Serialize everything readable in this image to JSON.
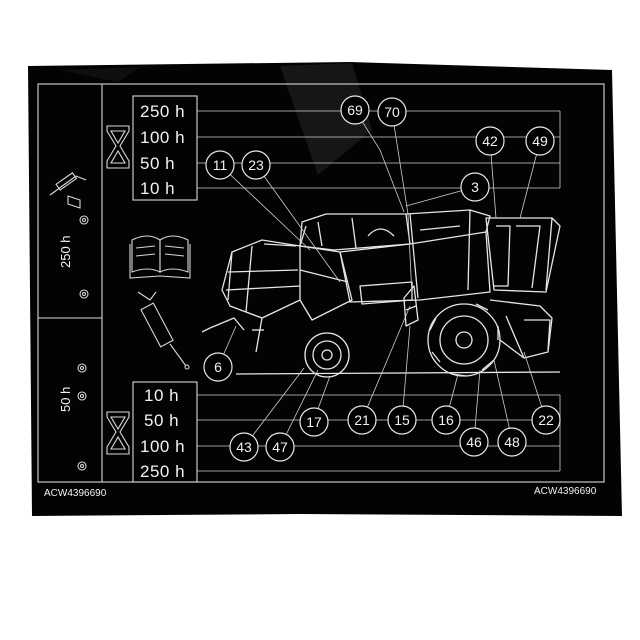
{
  "top_intervals": [
    "250 h",
    "100 h",
    "50 h",
    "10 h"
  ],
  "bottom_intervals": [
    "10 h",
    "50 h",
    "100 h",
    "250 h"
  ],
  "side_labels": {
    "upper": "250 h",
    "lower": "50 h"
  },
  "part_code_left": "ACW4396690",
  "part_code_right": "ACW4396690",
  "callouts_top": [
    "69",
    "70",
    "42",
    "49",
    "11",
    "23",
    "3"
  ],
  "callouts_bottom": [
    "6",
    "17",
    "21",
    "15",
    "16",
    "22",
    "43",
    "47",
    "46",
    "48"
  ],
  "icons": [
    "hourglass-icon",
    "grease-gun-icon",
    "grease-nipple-icon",
    "manual-book-icon",
    "combine-harvester-drawing"
  ],
  "colors": {
    "background": "#000000",
    "linework": "#e6e6e6",
    "page": "#ffffff"
  }
}
